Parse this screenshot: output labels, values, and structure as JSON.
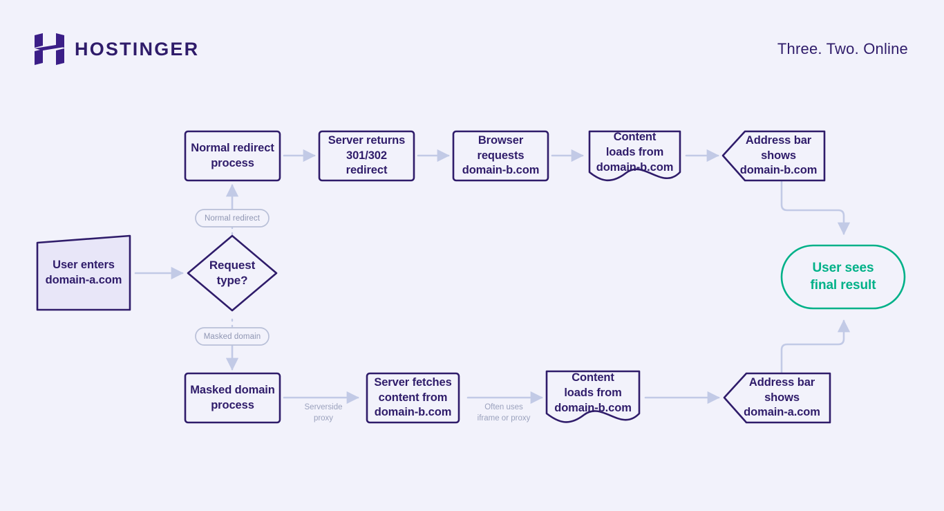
{
  "header": {
    "logo_name": "hostinger-logo",
    "brand": "HOSTINGER",
    "tagline": "Three. Two. Online"
  },
  "colors": {
    "background": "#f2f2fb",
    "node_stroke": "#2f1c6a",
    "node_text": "#2f1c6a",
    "node_fill": "#f2f2fb",
    "start_fill": "#e8e6f8",
    "arrow": "#c2cae6",
    "pill_stroke": "#b9c0d8",
    "pill_text": "#8f96b3",
    "caption_text": "#9ba2bd",
    "accent_green": "#00b188"
  },
  "diagram": {
    "title": "Domain redirect vs masked domain flow",
    "nodes": [
      {
        "id": "start",
        "shape": "trapezoid",
        "label": "User enters\ndomain-a.com"
      },
      {
        "id": "decision",
        "shape": "diamond",
        "label": "Request\ntype?"
      },
      {
        "id": "normal-process",
        "shape": "rect",
        "label": "Normal redirect\nprocess"
      },
      {
        "id": "server-301",
        "shape": "rect",
        "label": "Server returns\n301/302\nredirect"
      },
      {
        "id": "browser-requests",
        "shape": "rect",
        "label": "Browser\nrequests\ndomain-b.com"
      },
      {
        "id": "content-b-top",
        "shape": "document",
        "label": "Content\nloads from\ndomain-b.com"
      },
      {
        "id": "addressbar-b",
        "shape": "pentagon",
        "label": "Address bar\nshows\ndomain-b.com"
      },
      {
        "id": "masked-process",
        "shape": "rect",
        "label": "Masked domain\nprocess"
      },
      {
        "id": "server-fetches",
        "shape": "rect",
        "label": "Server fetches\ncontent from\ndomain-b.com"
      },
      {
        "id": "content-b-bottom",
        "shape": "document",
        "label": "Content\nloads from\ndomain-b.com"
      },
      {
        "id": "addressbar-a",
        "shape": "pentagon",
        "label": "Address bar\nshows\ndomain-a.com"
      },
      {
        "id": "final",
        "shape": "pill",
        "label": "User sees\nfinal result"
      }
    ],
    "branch_labels": [
      {
        "id": "branch-normal",
        "text": "Normal redirect"
      },
      {
        "id": "branch-masked",
        "text": "Masked domain"
      }
    ],
    "edge_captions": [
      {
        "id": "caption-serverside-proxy",
        "text": "Serverside\nproxy"
      },
      {
        "id": "caption-iframe-proxy",
        "text": "Often uses\niframe or proxy"
      }
    ]
  }
}
